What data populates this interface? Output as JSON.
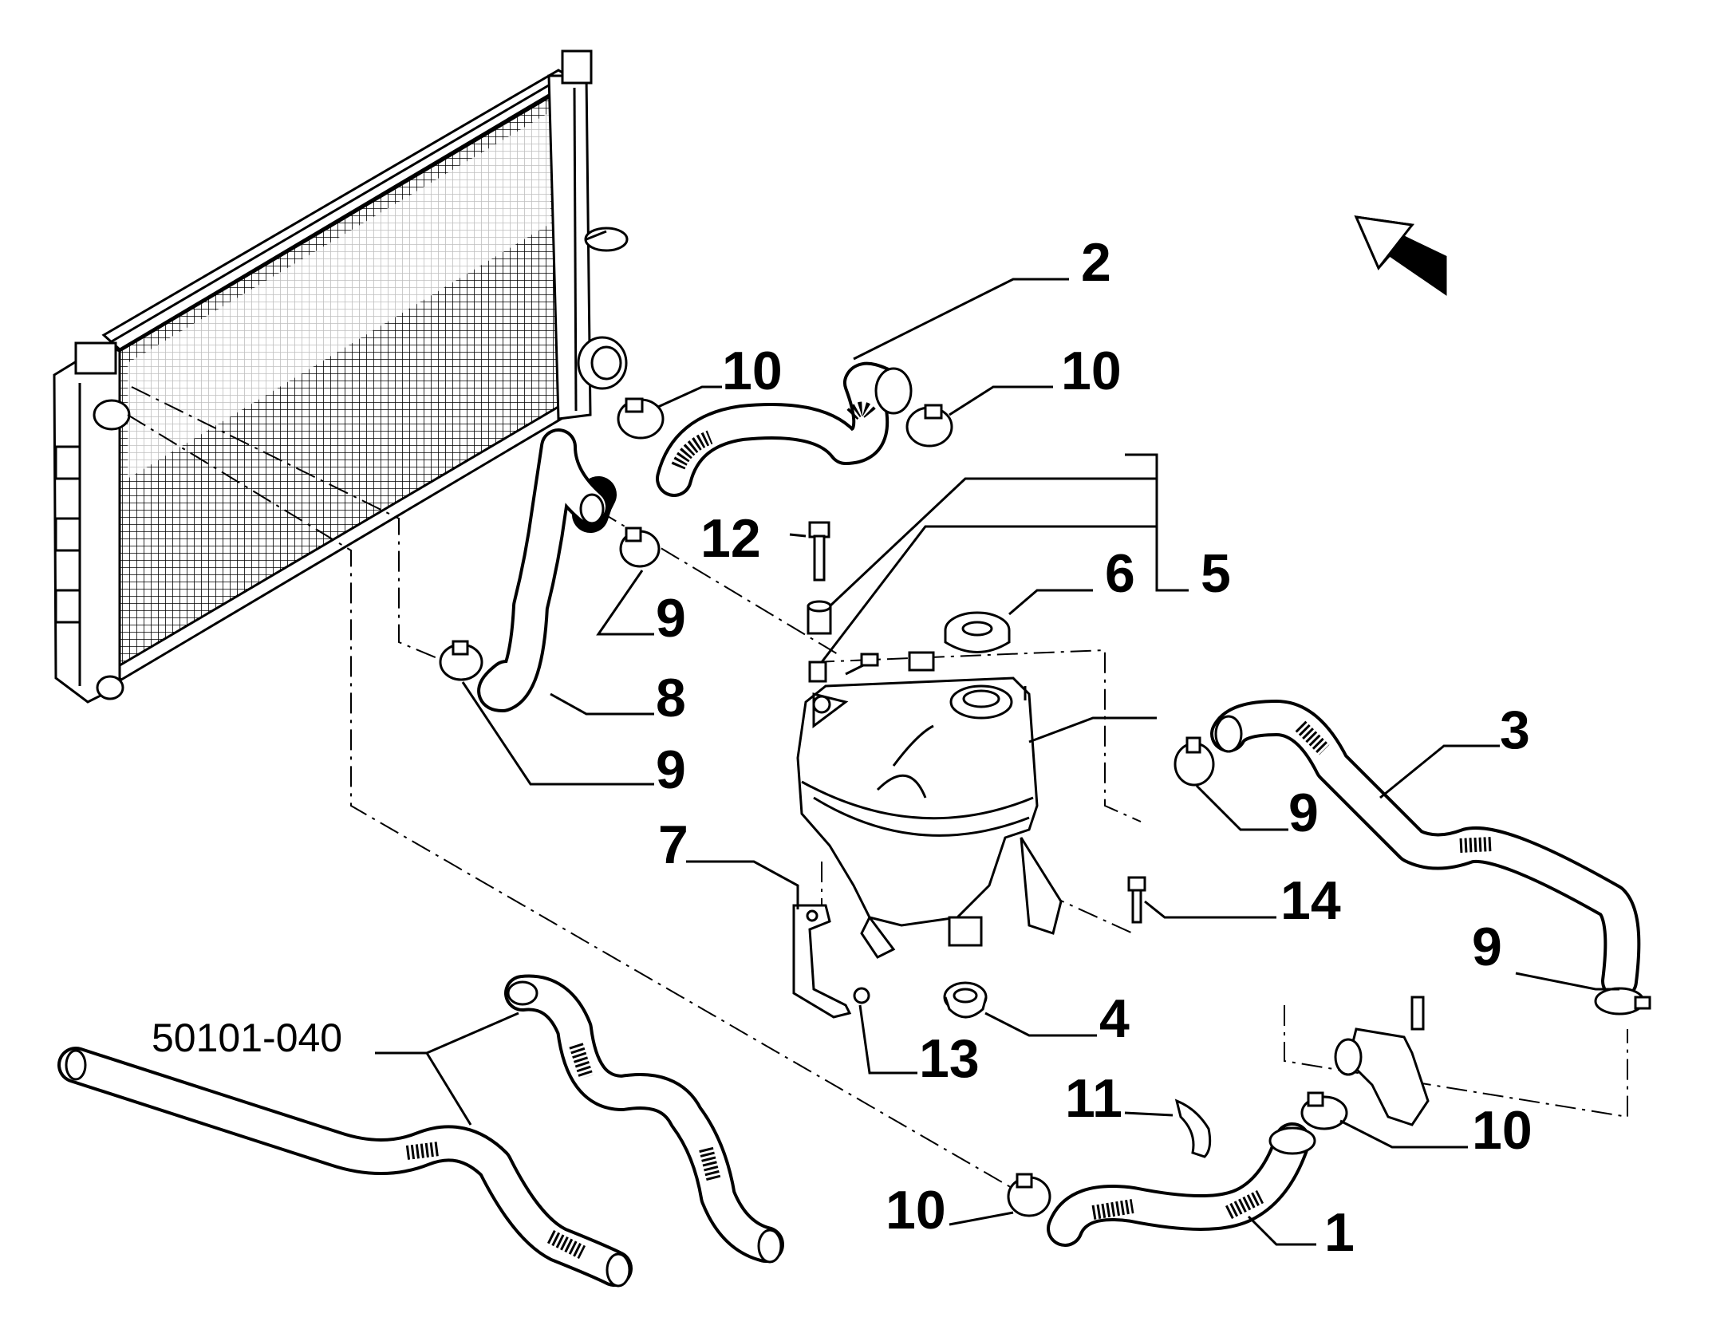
{
  "callouts": [
    {
      "id": "c1",
      "text": "1"
    },
    {
      "id": "c2",
      "text": "2"
    },
    {
      "id": "c3",
      "text": "3"
    },
    {
      "id": "c4",
      "text": "4"
    },
    {
      "id": "c5",
      "text": "5"
    },
    {
      "id": "c6",
      "text": "6"
    },
    {
      "id": "c7",
      "text": "7"
    },
    {
      "id": "c8",
      "text": "8"
    },
    {
      "id": "c9a",
      "text": "9"
    },
    {
      "id": "c9b",
      "text": "9"
    },
    {
      "id": "c9c",
      "text": "9"
    },
    {
      "id": "c9d",
      "text": "9"
    },
    {
      "id": "c10a",
      "text": "10"
    },
    {
      "id": "c10b",
      "text": "10"
    },
    {
      "id": "c10c",
      "text": "10"
    },
    {
      "id": "c10d",
      "text": "10"
    },
    {
      "id": "c11",
      "text": "11"
    },
    {
      "id": "c12",
      "text": "12"
    },
    {
      "id": "c13",
      "text": "13"
    },
    {
      "id": "c14",
      "text": "14"
    }
  ],
  "kit_code": "50101-040",
  "icons": [
    "direction-arrow-icon"
  ]
}
